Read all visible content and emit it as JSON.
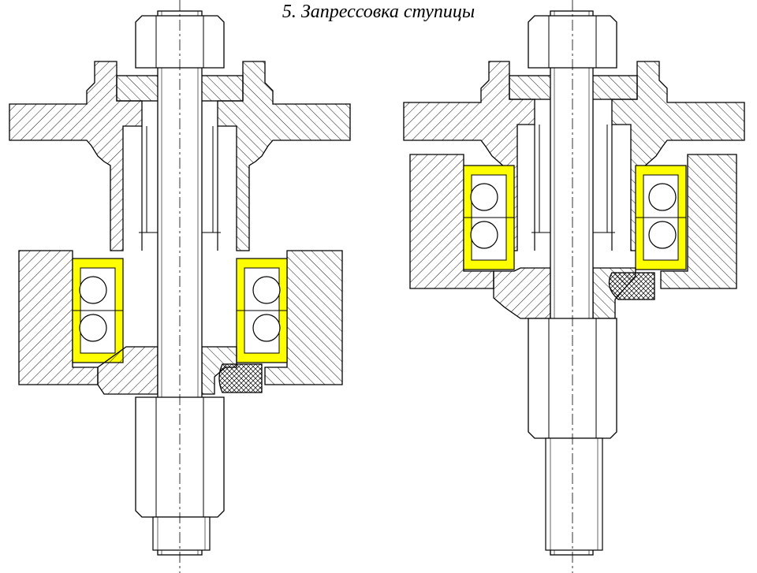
{
  "title": "5. Запрессовка ступицы",
  "colors": {
    "background": "#ffffff",
    "line": "#000000",
    "bearing": "#ffff00",
    "hatch": "#000000"
  },
  "figures": [
    {
      "name": "before-pressing",
      "stage": "initial"
    },
    {
      "name": "after-pressing",
      "stage": "pressed"
    }
  ]
}
